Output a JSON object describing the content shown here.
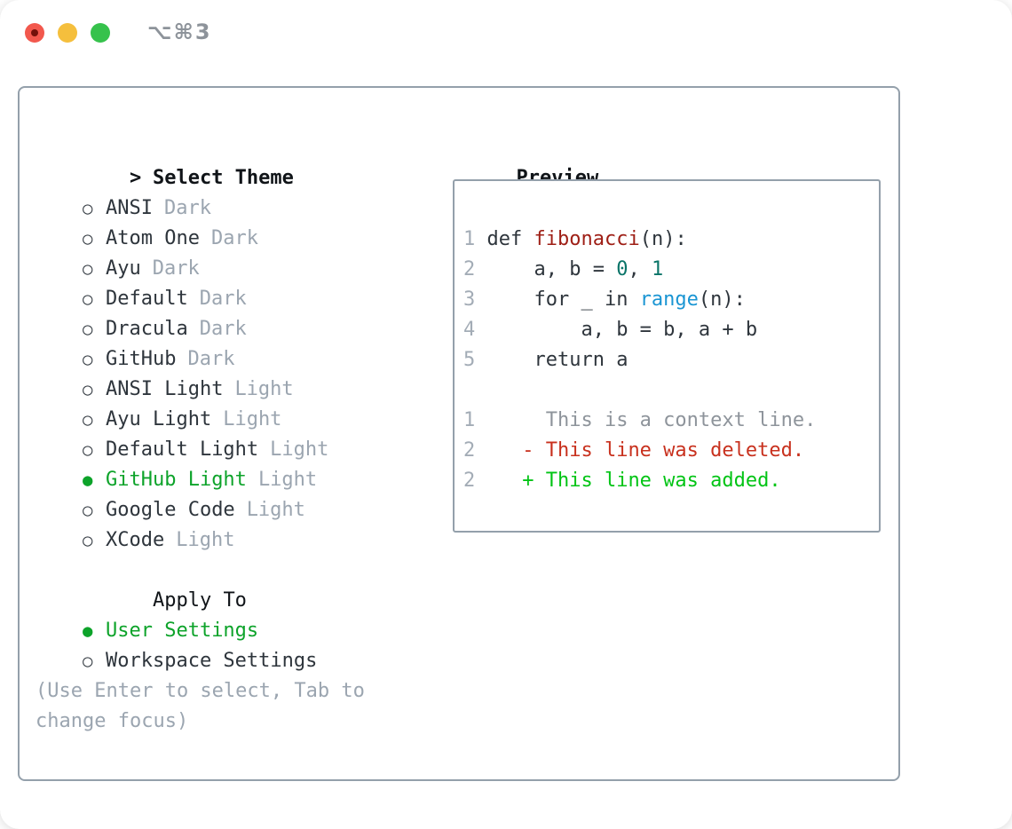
{
  "window": {
    "title": "⌥⌘3",
    "traffic_lights": [
      "close",
      "minimize",
      "zoom"
    ]
  },
  "icons": {
    "cursor": ">",
    "radio_unselected": "○",
    "radio_selected": "●"
  },
  "theme_menu": {
    "title": "Select Theme",
    "items": [
      {
        "label": "ANSI",
        "variant": "Dark",
        "selected": false
      },
      {
        "label": "Atom One",
        "variant": "Dark",
        "selected": false
      },
      {
        "label": "Ayu",
        "variant": "Dark",
        "selected": false
      },
      {
        "label": "Default",
        "variant": "Dark",
        "selected": false
      },
      {
        "label": "Dracula",
        "variant": "Dark",
        "selected": false
      },
      {
        "label": "GitHub",
        "variant": "Dark",
        "selected": false
      },
      {
        "label": "ANSI Light",
        "variant": "Light",
        "selected": false
      },
      {
        "label": "Ayu Light",
        "variant": "Light",
        "selected": false
      },
      {
        "label": "Default Light",
        "variant": "Light",
        "selected": false
      },
      {
        "label": "GitHub Light",
        "variant": "Light",
        "selected": true
      },
      {
        "label": "Google Code",
        "variant": "Light",
        "selected": false
      },
      {
        "label": "XCode",
        "variant": "Light",
        "selected": false
      }
    ]
  },
  "apply_to": {
    "title": "Apply To",
    "options": [
      {
        "label": "User Settings",
        "selected": true
      },
      {
        "label": "Workspace Settings",
        "selected": false
      }
    ]
  },
  "help_text": "(Use Enter to select, Tab to change focus)",
  "preview": {
    "title": "Preview",
    "code_lines": [
      {
        "number": "1",
        "tokens": [
          {
            "t": "def ",
            "c": "code"
          },
          {
            "t": "fibonacci",
            "c": "func"
          },
          {
            "t": "(n):",
            "c": "code"
          }
        ]
      },
      {
        "number": "2",
        "tokens": [
          {
            "t": "    a, b = ",
            "c": "code"
          },
          {
            "t": "0",
            "c": "num"
          },
          {
            "t": ", ",
            "c": "code"
          },
          {
            "t": "1",
            "c": "num"
          }
        ]
      },
      {
        "number": "3",
        "tokens": [
          {
            "t": "    for _ in ",
            "c": "code"
          },
          {
            "t": "range",
            "c": "builtin"
          },
          {
            "t": "(n):",
            "c": "code"
          }
        ]
      },
      {
        "number": "4",
        "tokens": [
          {
            "t": "        a, b = b, a + b",
            "c": "code"
          }
        ]
      },
      {
        "number": "5",
        "tokens": [
          {
            "t": "    return a",
            "c": "code"
          }
        ]
      }
    ],
    "diff_lines": [
      {
        "number": "1",
        "marker": " ",
        "text": "This is a context line.",
        "kind": "context"
      },
      {
        "number": "2",
        "marker": "-",
        "text": "This line was deleted.",
        "kind": "deleted"
      },
      {
        "number": "2",
        "marker": "+",
        "text": "This line was added.",
        "kind": "added"
      }
    ]
  },
  "colors": {
    "select_green": "#0da32a",
    "added_green": "#02c415",
    "deleted_red": "#c8311e",
    "func_red": "#9e1e15",
    "builtin_blue": "#1a95d3",
    "num_teal": "#0a7468",
    "text_dark": "#2e353c",
    "header_dark": "#101418",
    "muted_gray": "#9ba5b0",
    "lineno_gray": "#a3acb6",
    "context_gray": "#8e949b",
    "border_gray": "#94a0ab",
    "title_gray": "#8d939a",
    "tl_red": "#f2584d",
    "tl_red_dot": "#73110a",
    "tl_yellow": "#f5bf3d",
    "tl_green": "#36c24c"
  }
}
